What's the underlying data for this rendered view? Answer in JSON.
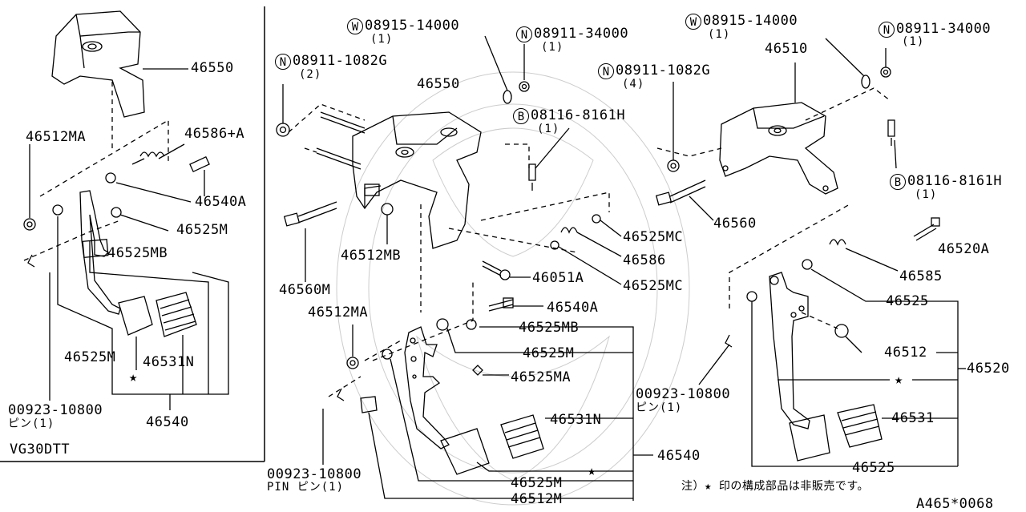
{
  "left_panel": {
    "variant": "VG30DTT",
    "parts": {
      "p46550": "46550",
      "p46512MA": "46512MA",
      "p46586A": "46586+A",
      "p46540A": "46540A",
      "p46525M_a": "46525M",
      "p46525MB": "46525MB",
      "p46525M_b": "46525M",
      "p46531N": "46531N",
      "p46540": "46540",
      "pin_code": "00923-10800",
      "pin_label": "ピン(1)"
    }
  },
  "middle_panel": {
    "hw_w": {
      "prefix": "W",
      "code": "08915-14000",
      "qty": "(1)"
    },
    "hw_n1": {
      "prefix": "N",
      "code": "08911-34000",
      "qty": "(1)"
    },
    "hw_n2": {
      "prefix": "N",
      "code": "08911-1082G",
      "qty": "(2)"
    },
    "hw_b": {
      "prefix": "B",
      "code": "08116-8161H",
      "qty": "(1)"
    },
    "parts": {
      "p46550": "46550",
      "p46512MB": "46512MB",
      "p46560M": "46560M",
      "p46525MC_a": "46525MC",
      "p46586": "46586",
      "p46051A": "46051A",
      "p46525MC_b": "46525MC",
      "p46540A": "46540A",
      "p46512MA": "46512MA",
      "p46525MB": "46525MB",
      "p46525M_a": "46525M",
      "p46525MA": "46525MA",
      "p46531N": "46531N",
      "p46540": "46540",
      "p46525M_b": "46525M",
      "p46512M": "46512M",
      "pin_code": "00923-10800",
      "pin_label": "PIN ピン(1)"
    }
  },
  "right_panel": {
    "hw_w": {
      "prefix": "W",
      "code": "08915-14000",
      "qty": "(1)"
    },
    "hw_n1": {
      "prefix": "N",
      "code": "08911-34000",
      "qty": "(1)"
    },
    "hw_n2": {
      "prefix": "N",
      "code": "08911-1082G",
      "qty": "(4)"
    },
    "hw_b": {
      "prefix": "B",
      "code": "08116-8161H",
      "qty": "(1)"
    },
    "parts": {
      "p46510": "46510",
      "p46560": "46560",
      "p46520A": "46520A",
      "p46585": "46585",
      "p46525_a": "46525",
      "p46512": "46512",
      "p46520": "46520",
      "p46531": "46531",
      "p46525_b": "46525",
      "pin_code": "00923-10800",
      "pin_label": "ピン(1)"
    }
  },
  "footer": {
    "note": "注）★ 印の構成部品は非販売です。",
    "diagram_ref": "A465*0068",
    "star": "★"
  }
}
